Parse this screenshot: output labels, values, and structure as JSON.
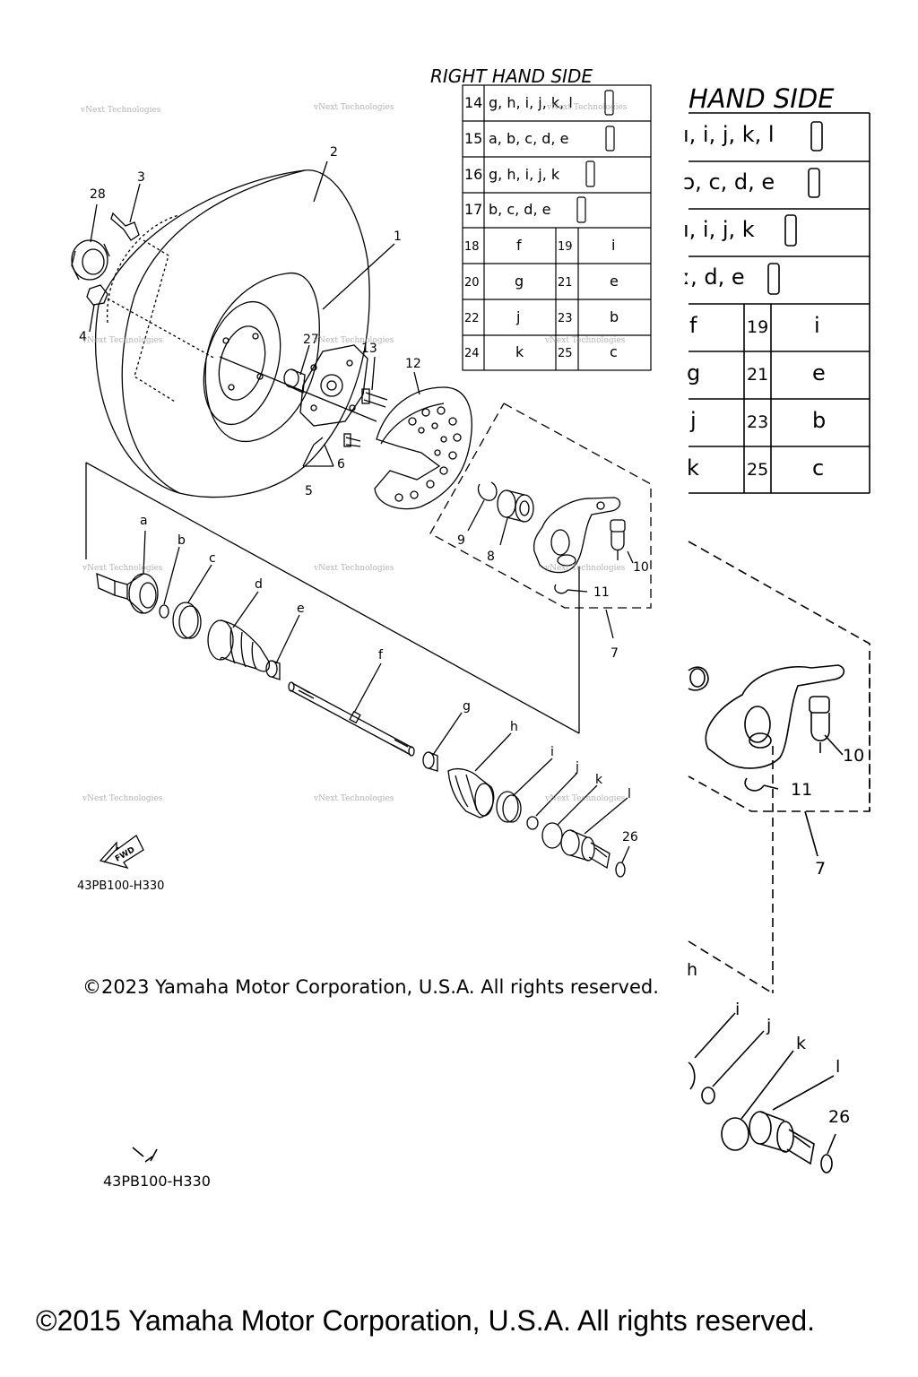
{
  "tables": {
    "right": {
      "title": "RIGHT HAND SIDE",
      "rows_wide": [
        {
          "num": "14",
          "text": "g, h, i, j, k, l"
        },
        {
          "num": "15",
          "text": "a, b, c, d, e"
        },
        {
          "num": "16",
          "text": "g, h, i, j, k"
        },
        {
          "num": "17",
          "text": "b, c, d, e"
        }
      ],
      "rows_pair": [
        {
          "n1": "18",
          "v1": "f",
          "n2": "19",
          "v2": "i"
        },
        {
          "n1": "20",
          "v1": "g",
          "n2": "21",
          "v2": "e"
        },
        {
          "n1": "22",
          "v1": "j",
          "n2": "23",
          "v2": "b"
        },
        {
          "n1": "24",
          "v1": "k",
          "n2": "25",
          "v2": "c"
        }
      ]
    },
    "left_partial": {
      "title": "HAND SIDE",
      "rows_wide": [
        {
          "text": "ı, i, j, k, l"
        },
        {
          "text": "ɔ, c, d, e"
        },
        {
          "text": "ı, i, j, k"
        },
        {
          "text": "ː, d, e"
        }
      ],
      "rows_pair": [
        {
          "v1": "f",
          "n2": "19",
          "v2": "i"
        },
        {
          "v1": "g",
          "n2": "21",
          "v2": "e"
        },
        {
          "v1": "j",
          "n2": "23",
          "v2": "b"
        },
        {
          "v1": "k",
          "n2": "25",
          "v2": "c"
        }
      ]
    }
  },
  "callouts": {
    "n1": "1",
    "n2": "2",
    "n3": "3",
    "n4": "4",
    "n5": "5",
    "n6": "6",
    "n7": "7",
    "n8": "8",
    "n9": "9",
    "n10": "10",
    "n11": "11",
    "n12": "12",
    "n13": "13",
    "n26": "26",
    "n27": "27",
    "n28": "28",
    "a": "a",
    "b": "b",
    "c": "c",
    "d": "d",
    "e": "e",
    "f": "f",
    "g": "g",
    "h": "h",
    "i": "i",
    "j": "j",
    "k": "k",
    "l": "l"
  },
  "callouts_zoom": {
    "n10": "10",
    "n11": "11",
    "n7": "7",
    "n26": "26",
    "i": "i",
    "j": "j",
    "k": "k",
    "l": "l",
    "h_partial": "h"
  },
  "fwd_label": "FWD",
  "part_code": "43PB100-H330",
  "part_code_zoom": "43PB100-H330",
  "watermark": "vNext Technologies",
  "copyright_small": "©2023 Yamaha Motor Corporation, U.S.A. All rights reserved.",
  "copyright_big": "©2015 Yamaha Motor Corporation, U.S.A. All rights reserved."
}
